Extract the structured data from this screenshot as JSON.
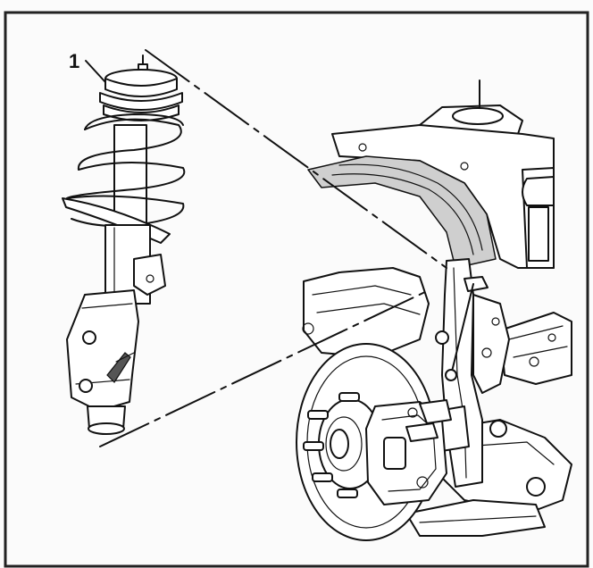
{
  "diagram": {
    "callouts": [
      {
        "label": "1",
        "target": "strut-assembly"
      }
    ],
    "frame_color": "#222222",
    "background_color": "#fbfbfb",
    "components": [
      "strut-assembly",
      "coil-spring",
      "upper-strut-mount",
      "vehicle-knuckle",
      "brake-rotor",
      "brake-caliper",
      "stabilizer-link",
      "body-structure"
    ]
  }
}
